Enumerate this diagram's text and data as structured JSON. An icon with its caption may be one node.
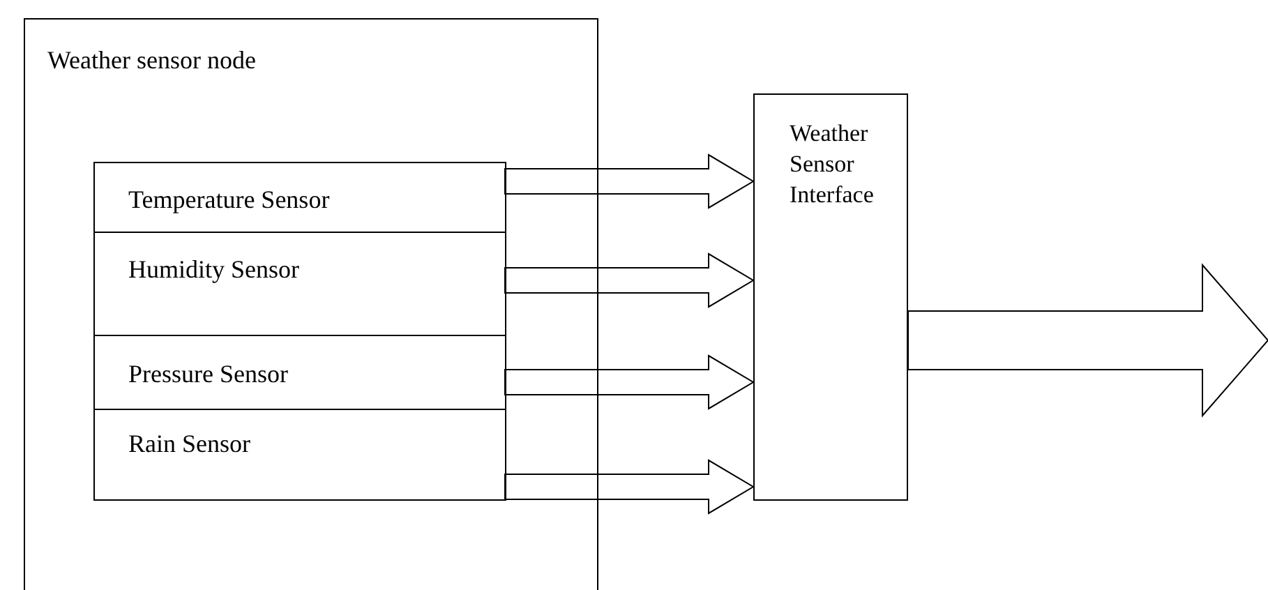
{
  "diagram": {
    "nodes": [
      {
        "text": [
          "Weather sensor node"
        ]
      },
      {
        "text": [
          "Temperature Sensor"
        ],
        "in": 0
      },
      {
        "text": [
          "Humidity Sensor"
        ],
        "in": 0
      },
      {
        "text": [
          "Pressure Sensor"
        ],
        "in": 0
      },
      {
        "text": [
          "Rain Sensor"
        ],
        "in": 0
      },
      {
        "text": [
          "Weather Sensor Interface"
        ]
      }
    ],
    "edges": [
      {
        "from": 1,
        "to": 5,
        "arrow": "to"
      },
      {
        "from": 2,
        "to": 5,
        "arrow": "to"
      },
      {
        "from": 3,
        "to": 5,
        "arrow": "to"
      },
      {
        "from": 4,
        "to": 5,
        "arrow": "to"
      },
      {
        "from": 5,
        "to": null,
        "arrow": "to"
      }
    ]
  }
}
